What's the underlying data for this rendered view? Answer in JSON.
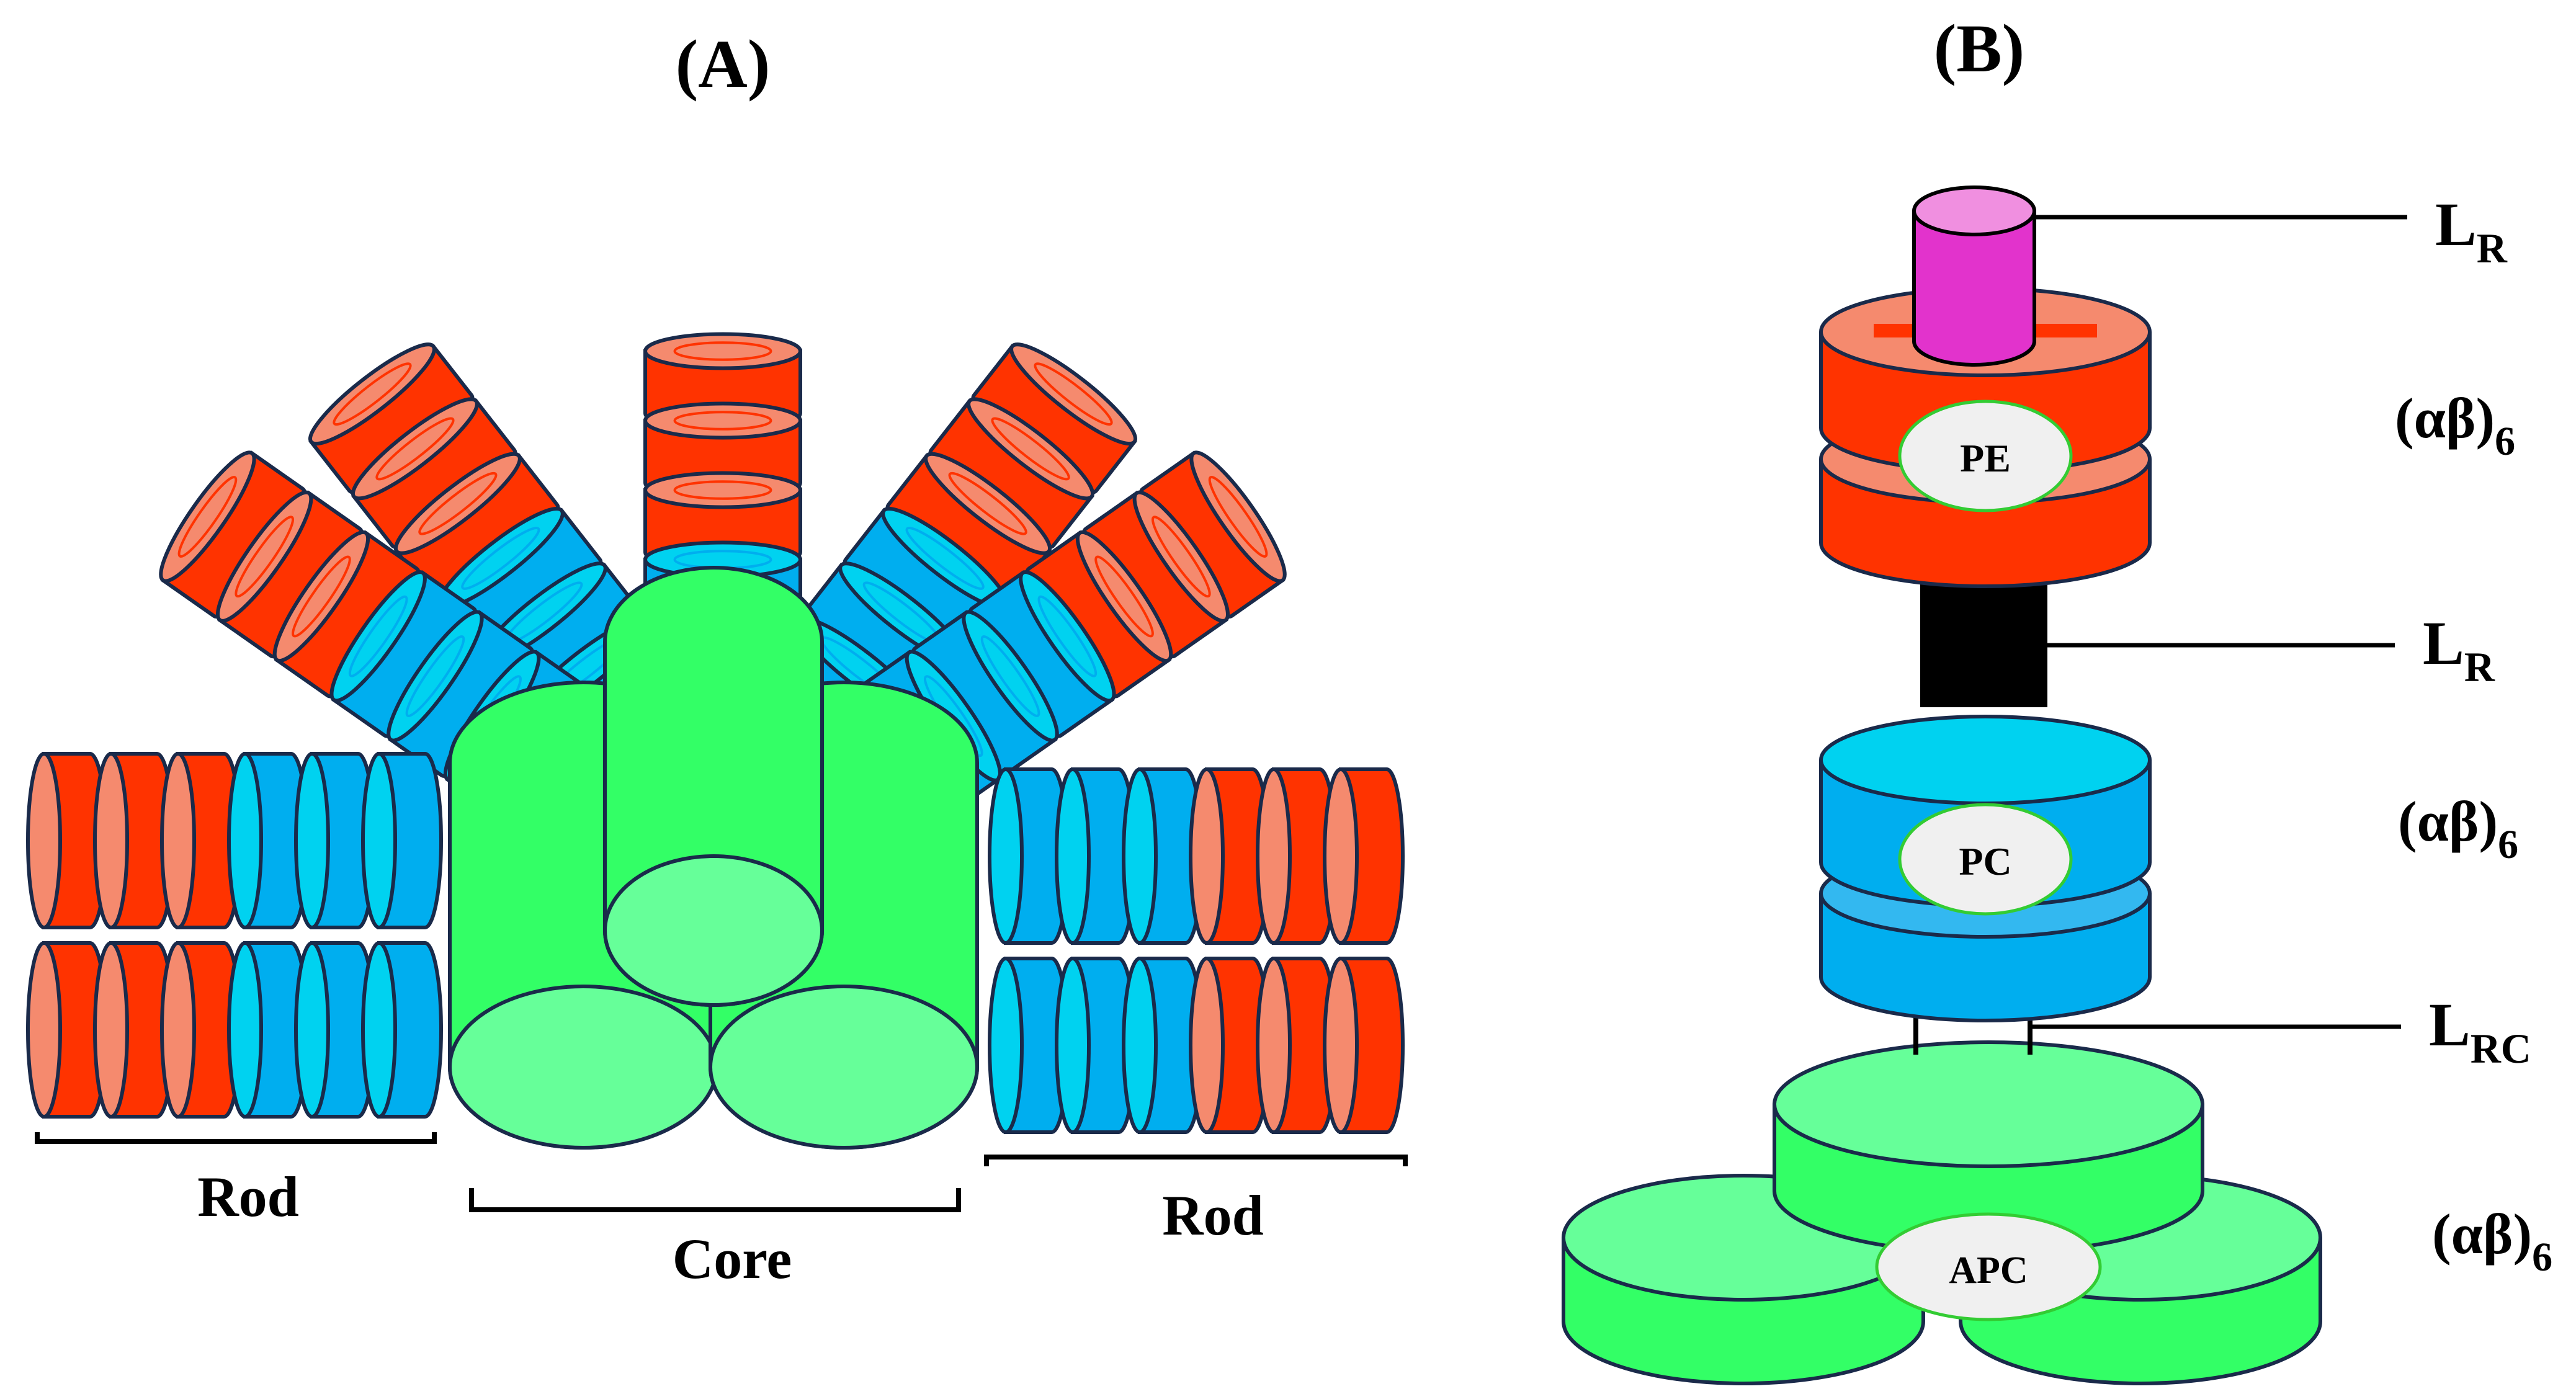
{
  "panel_a": {
    "label": "(A)",
    "rod_left_label": "Rod",
    "core_label": "Core",
    "rod_right_label": "Rod"
  },
  "panel_b": {
    "label": "(B)",
    "lr_top": {
      "main": "L",
      "sub": "R"
    },
    "lr_mid": {
      "main": "L",
      "sub": "R"
    },
    "lrc": {
      "main": "L",
      "sub": "RC"
    },
    "ab_pe": {
      "main": "(αβ)",
      "sub": "6"
    },
    "ab_pc": {
      "main": "(αβ)",
      "sub": "6"
    },
    "ab_apc": {
      "main": "(αβ)",
      "sub": "6"
    },
    "pe_label": "PE",
    "pc_label": "PC",
    "apc_label": "APC"
  },
  "colors": {
    "pe_red": "#ff3300",
    "pe_face": "#f58a6e",
    "pc_blue": "#00aeef",
    "pc_face": "#00d2f0",
    "apc_green": "#33ff66",
    "apc_face": "#66ff99",
    "linker_pink": "#e233cc",
    "linker_black": "#000000",
    "outline": "#1a2a4a"
  }
}
